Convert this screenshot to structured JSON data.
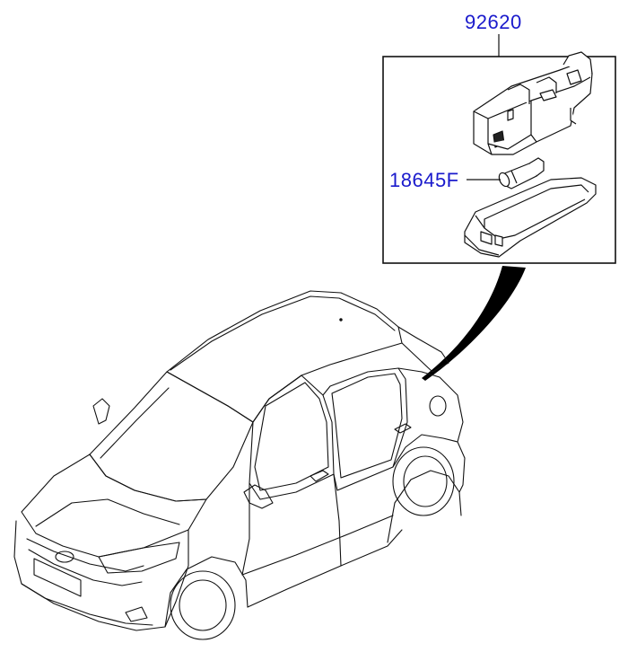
{
  "diagram": {
    "callouts": [
      {
        "id": "assembly",
        "part_number": "92620"
      },
      {
        "id": "bulb",
        "part_number": "18645F"
      }
    ],
    "colors": {
      "label": "#1a1acc",
      "line": "#111111",
      "leader_fill": "#000000",
      "background": "#ffffff"
    }
  }
}
